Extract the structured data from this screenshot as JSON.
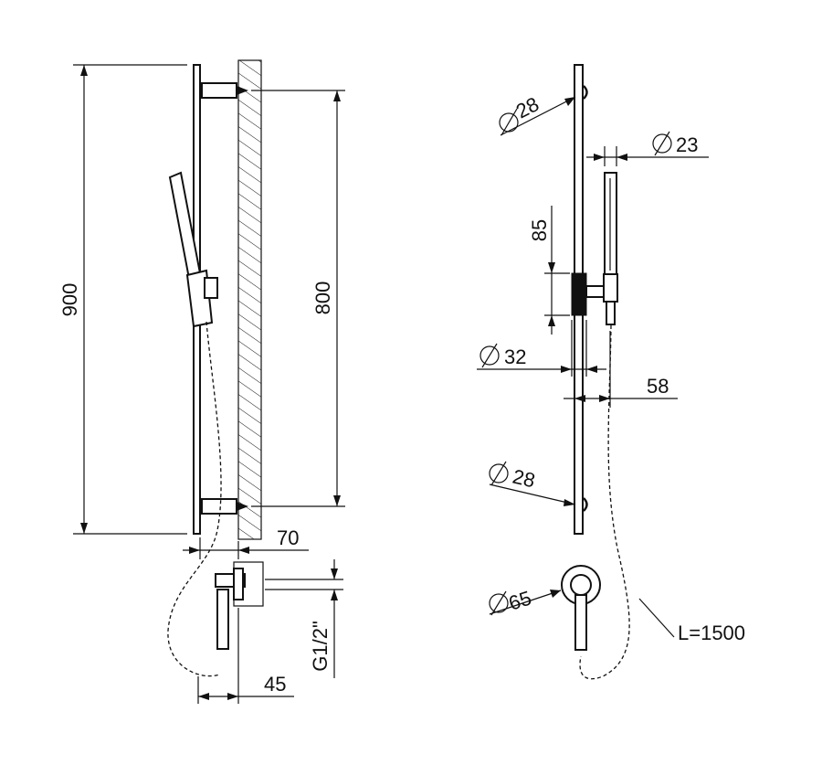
{
  "labels": {
    "height_total": "900",
    "bar_spacing": "800",
    "wall_offset": "70",
    "outlet_depth": "45",
    "thread": "G1/2\"",
    "bracket_diameter_top": "28",
    "handshower_diameter": "23",
    "slider_height": "85",
    "slider_diameter": "32",
    "holder_depth": "58",
    "bracket_diameter_bottom": "28",
    "outlet_diameter": "65",
    "hose_length": "L=1500"
  },
  "icons": {
    "diameter_symbol": "diameter-symbol-icon"
  }
}
